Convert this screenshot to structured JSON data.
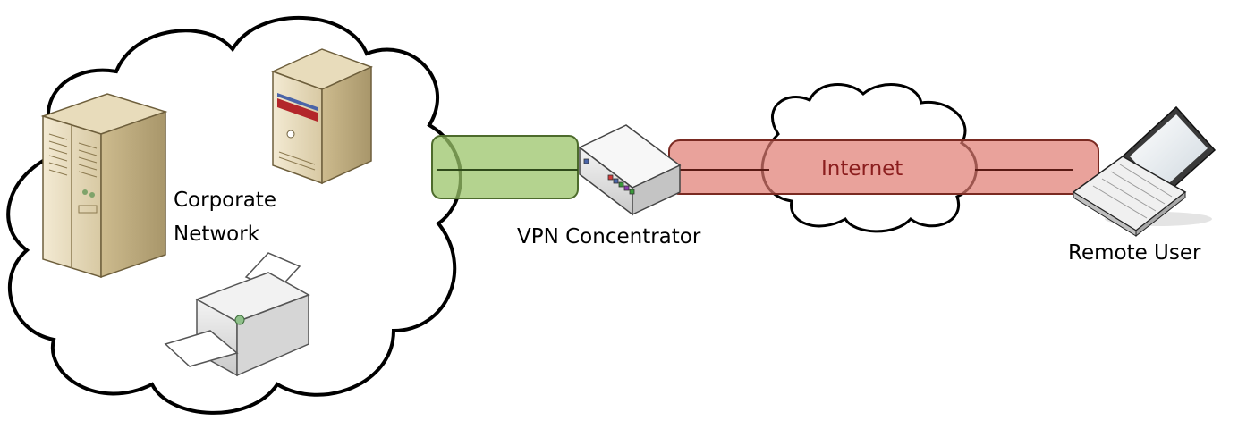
{
  "labels": {
    "corporate_line1": "Corporate",
    "corporate_line2": "Network",
    "vpn": "VPN Concentrator",
    "internet": "Internet",
    "remote": "Remote User"
  },
  "colors": {
    "tunnel_green": "#9bc46a",
    "tunnel_red": "#e07a70",
    "outline": "#000000",
    "internet_text": "#8b1e1e"
  },
  "icons": [
    "tower-server-icon",
    "mini-server-icon",
    "printer-icon",
    "vpn-concentrator-icon",
    "laptop-icon",
    "cloud-icon"
  ]
}
